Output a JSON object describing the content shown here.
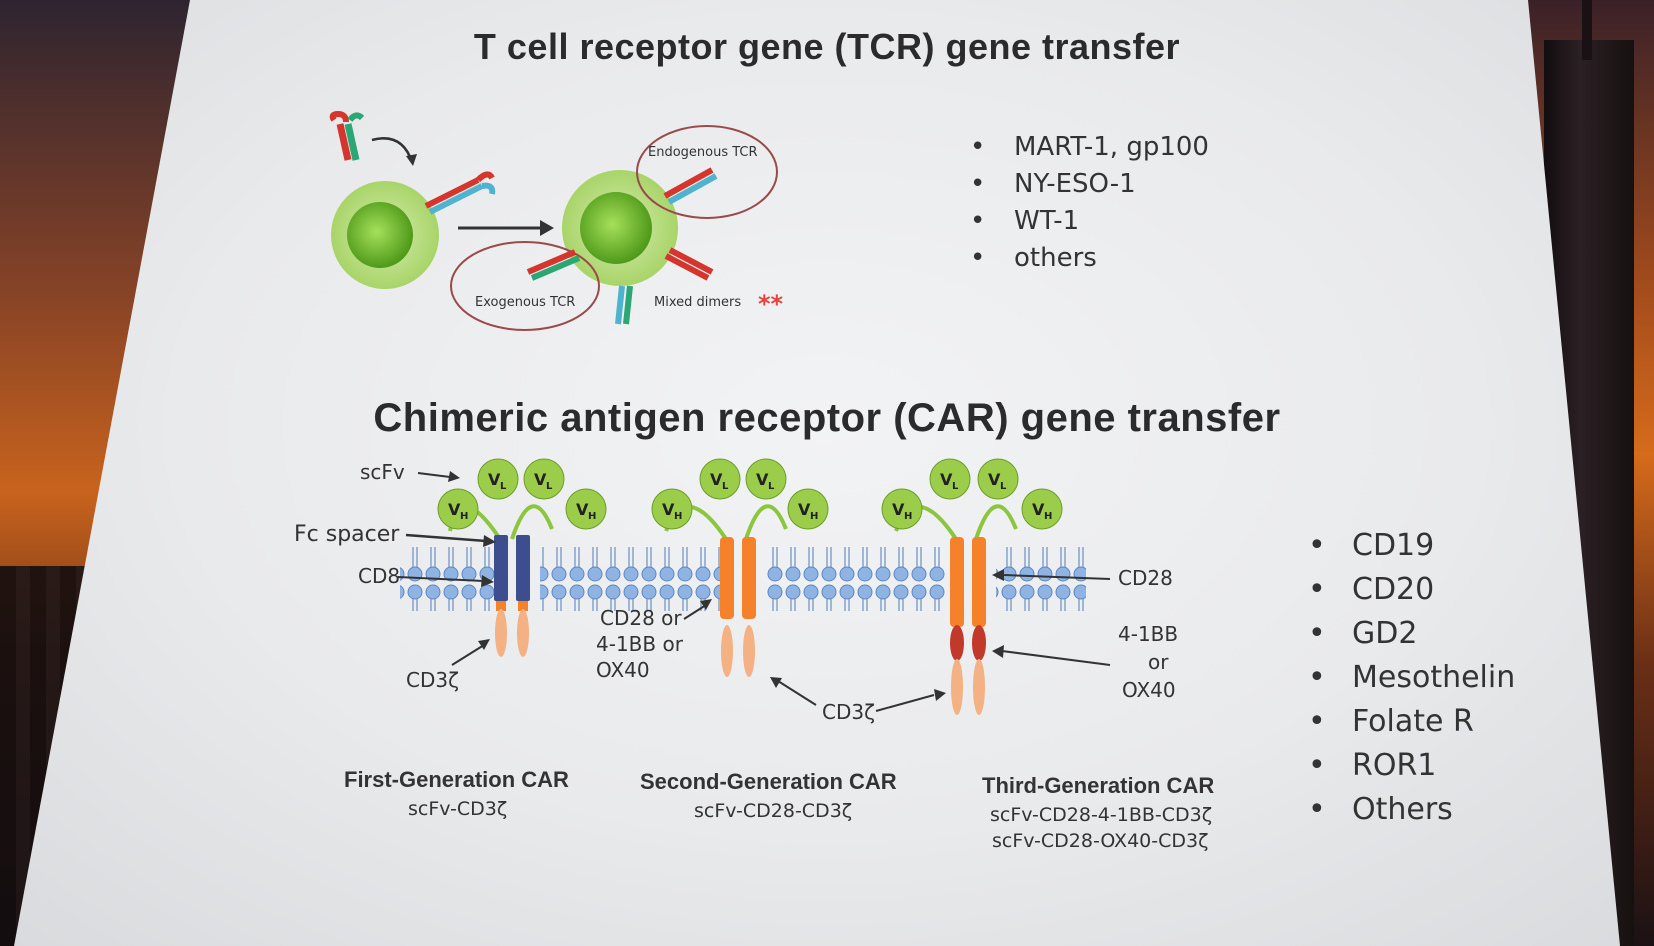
{
  "tcr": {
    "title": "T cell receptor gene (TCR) gene transfer",
    "labels": {
      "endogenous": "Endogenous TCR",
      "exogenous": "Exogenous TCR",
      "mixed": "Mixed dimers",
      "stars": "**"
    },
    "targets": [
      "MART-1, gp100",
      "NY-ESO-1",
      "WT-1",
      "others"
    ]
  },
  "car": {
    "title": "Chimeric antigen receptor (CAR) gene transfer",
    "labels": {
      "scfv": "scFv",
      "fc_spacer": "Fc spacer",
      "cd8": "CD8",
      "cd3z_first": "CD3ζ",
      "cd28_or_line1": "CD28 or",
      "cd28_or_line2": "4-1BB or",
      "cd28_or_line3": "OX40",
      "cd3z_center": "CD3ζ",
      "cd28_right": "CD28",
      "bb_line1": "4-1BB",
      "bb_line2": "or",
      "bb_line3": "OX40",
      "vh": "V",
      "vh_sub": "H",
      "vl": "V",
      "vl_sub": "L"
    },
    "generations": [
      {
        "title": "First-Generation CAR",
        "construct": [
          "scFv-CD3ζ"
        ]
      },
      {
        "title": "Second-Generation CAR",
        "construct": [
          "scFv-CD28-CD3ζ"
        ]
      },
      {
        "title": "Third-Generation CAR",
        "construct": [
          "scFv-CD28-4-1BB-CD3ζ",
          "scFv-CD28-OX40-CD3ζ"
        ]
      }
    ],
    "targets": [
      "CD19",
      "CD20",
      "GD2",
      "Mesothelin",
      "Folate R",
      "ROR1",
      "Others"
    ]
  },
  "colors": {
    "slide_bg": "#eceded",
    "cell_green": "#8cc63f",
    "membrane_blue": "#8fb4e3",
    "spacer_navy": "#3d4e8f",
    "cd28_orange": "#f5822a",
    "cd3z_peach": "#f4b183",
    "bb_red": "#c0392b",
    "star_red": "#e8403a"
  }
}
